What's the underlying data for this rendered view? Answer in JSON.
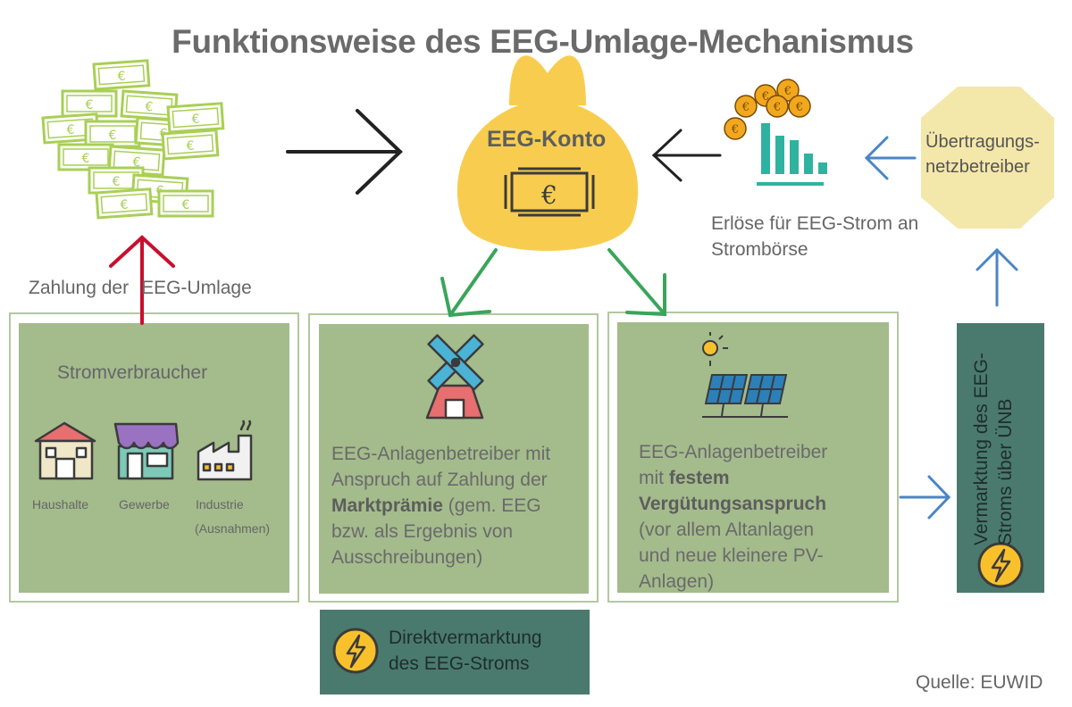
{
  "title": "Funktionsweise des EEG-Umlage-Mechanismus",
  "konto_label": "EEG-Konto",
  "erloese_label": "Erlöse für EEG-Strom an Strombörse",
  "uenb_label": "Übertragungs-netzbetreiber",
  "zahlung_label_a": "Zahlung der",
  "zahlung_label_b": "EEG-Umlage",
  "verbraucher": {
    "heading": "Stromverbraucher",
    "haushalte": "Haushalte",
    "gewerbe": "Gewerbe",
    "industrie": "Industrie",
    "ausnahmen": "(Ausnahmen)"
  },
  "markt": {
    "line1": "EEG-Anlagenbetreiber mit",
    "line2": "Anspruch auf Zahlung der",
    "bold": "Marktprämie",
    "line3_rest": " (gem. EEG",
    "line4": "bzw. als Ergebnis von",
    "line5": "Ausschreibungen)"
  },
  "fest": {
    "line1": "EEG-Anlagenbetreiber",
    "line2_pre": "mit ",
    "bold1": "festem",
    "bold2": "Vergütungsanspruch",
    "line4": "(vor allem Altanlagen",
    "line5": "und neue kleinere PV-",
    "line6": "Anlagen)"
  },
  "direkt_line1": "Direktvermarktung",
  "direkt_line2": "des EEG-Stroms",
  "vermarktung_line1": "Vermarktung des EEG-",
  "vermarktung_line2": "Stroms über ÜNB",
  "source": "Quelle: EUWID",
  "colors": {
    "panel": "#a4bb8c",
    "panel_border": "#b3c89f",
    "teal": "#4a7a6e",
    "bag": "#f8cd4f",
    "arrow_green": "#3aa55a",
    "arrow_red": "#c8102e",
    "arrow_blue": "#4a86c5",
    "money": "#a9cf55",
    "octagon": "#f4e7aa",
    "chart_teal": "#2fb3a0"
  }
}
